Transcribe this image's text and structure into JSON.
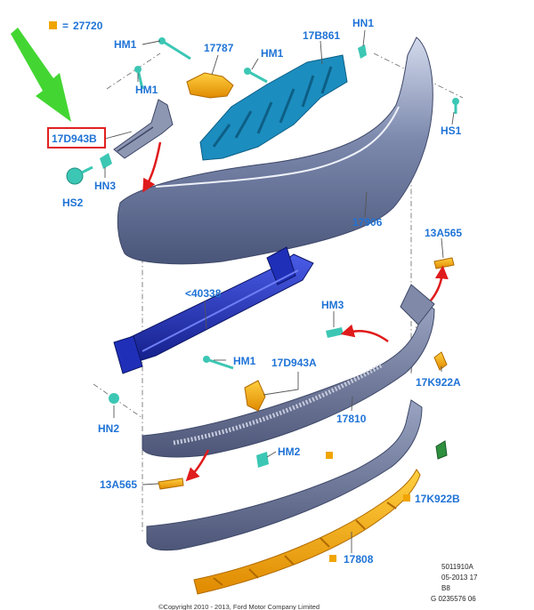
{
  "legend": {
    "marker_color": "#f0a500",
    "code": "27720",
    "separator": "="
  },
  "labels": {
    "hm1_a": "HM1",
    "hm1_b": "HM1",
    "hm1_c": "HM1",
    "hm1_d": "HM1",
    "p17787": "17787",
    "p17b861": "17B861",
    "hn1": "HN1",
    "hs1": "HS1",
    "p17d943b": "17D943B",
    "hn3": "HN3",
    "hs2": "HS2",
    "p17906": "17906",
    "p13a565_top": "13A565",
    "p40338": "<40338",
    "hm3": "HM3",
    "p17d943a": "17D943A",
    "p17k922a": "17K922A",
    "hn2": "HN2",
    "p17810": "17810",
    "hm2": "HM2",
    "p13a565_bot": "13A565",
    "p17k922b": "17K922B",
    "p17808": "17808"
  },
  "info_block": {
    "line1": "5011910A",
    "line2": "05-2013 17",
    "line3": "B8",
    "line4": "G 0235576 06"
  },
  "copyright": "©Copyright  2010 - 2013, Ford Motor Company Limited",
  "colors": {
    "bumper_fill": "#5f6d93",
    "bumper_highlight": "#c9d1e6",
    "reinforcement": "#1f2fb8",
    "bracket_teal": "#1c8dbf",
    "fastener_teal": "#3cc7b4",
    "orange_part": "#f0a000",
    "label_blue": "#1f73d6",
    "arrow_green": "#43d632",
    "arrow_red": "#e01b1b",
    "highlight_box": "#e02020"
  }
}
